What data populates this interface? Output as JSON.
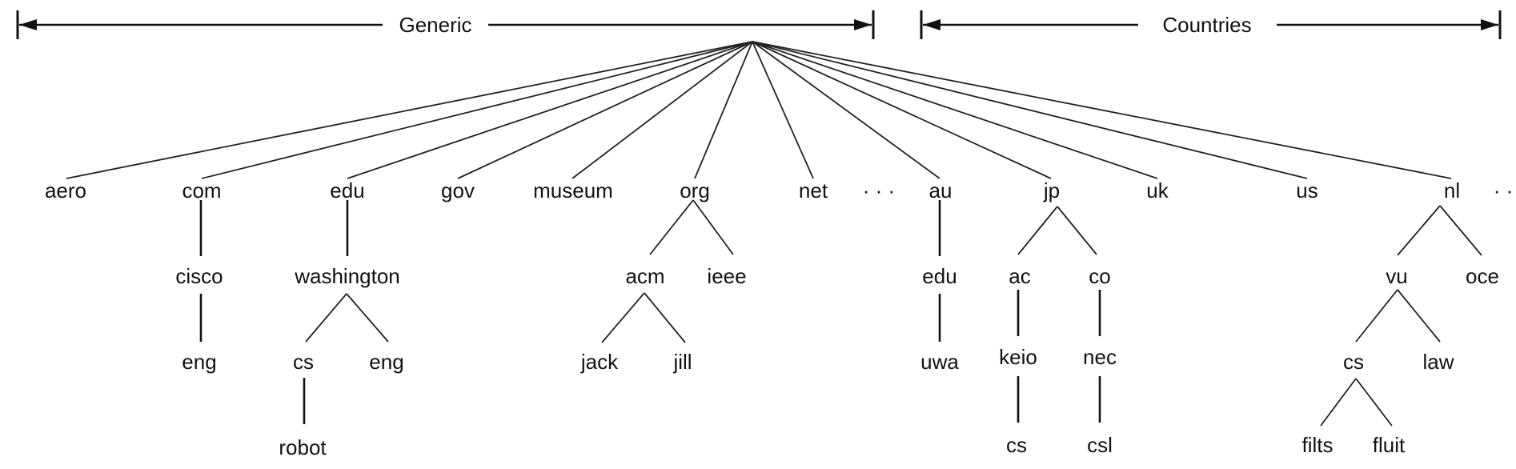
{
  "headers": {
    "generic": "Generic",
    "countries": "Countries"
  },
  "ellipses": [
    "· · ·",
    "· ·"
  ],
  "nodes": {
    "aero": "aero",
    "com": "com",
    "edu": "edu",
    "gov": "gov",
    "museum": "museum",
    "org": "org",
    "net": "net",
    "au": "au",
    "jp": "jp",
    "uk": "uk",
    "us": "us",
    "nl": "nl",
    "cisco": "cisco",
    "com_eng": "eng",
    "washington": "washington",
    "wa_cs": "cs",
    "wa_eng": "eng",
    "robot": "robot",
    "acm": "acm",
    "ieee": "ieee",
    "jack": "jack",
    "jill": "jill",
    "au_edu": "edu",
    "uwa": "uwa",
    "ac": "ac",
    "co": "co",
    "keio": "keio",
    "keio_cs": "cs",
    "nec": "nec",
    "csl": "csl",
    "vu": "vu",
    "oce": "oce",
    "vu_cs": "cs",
    "law": "law",
    "filts": "filts",
    "fluit": "fluit"
  }
}
